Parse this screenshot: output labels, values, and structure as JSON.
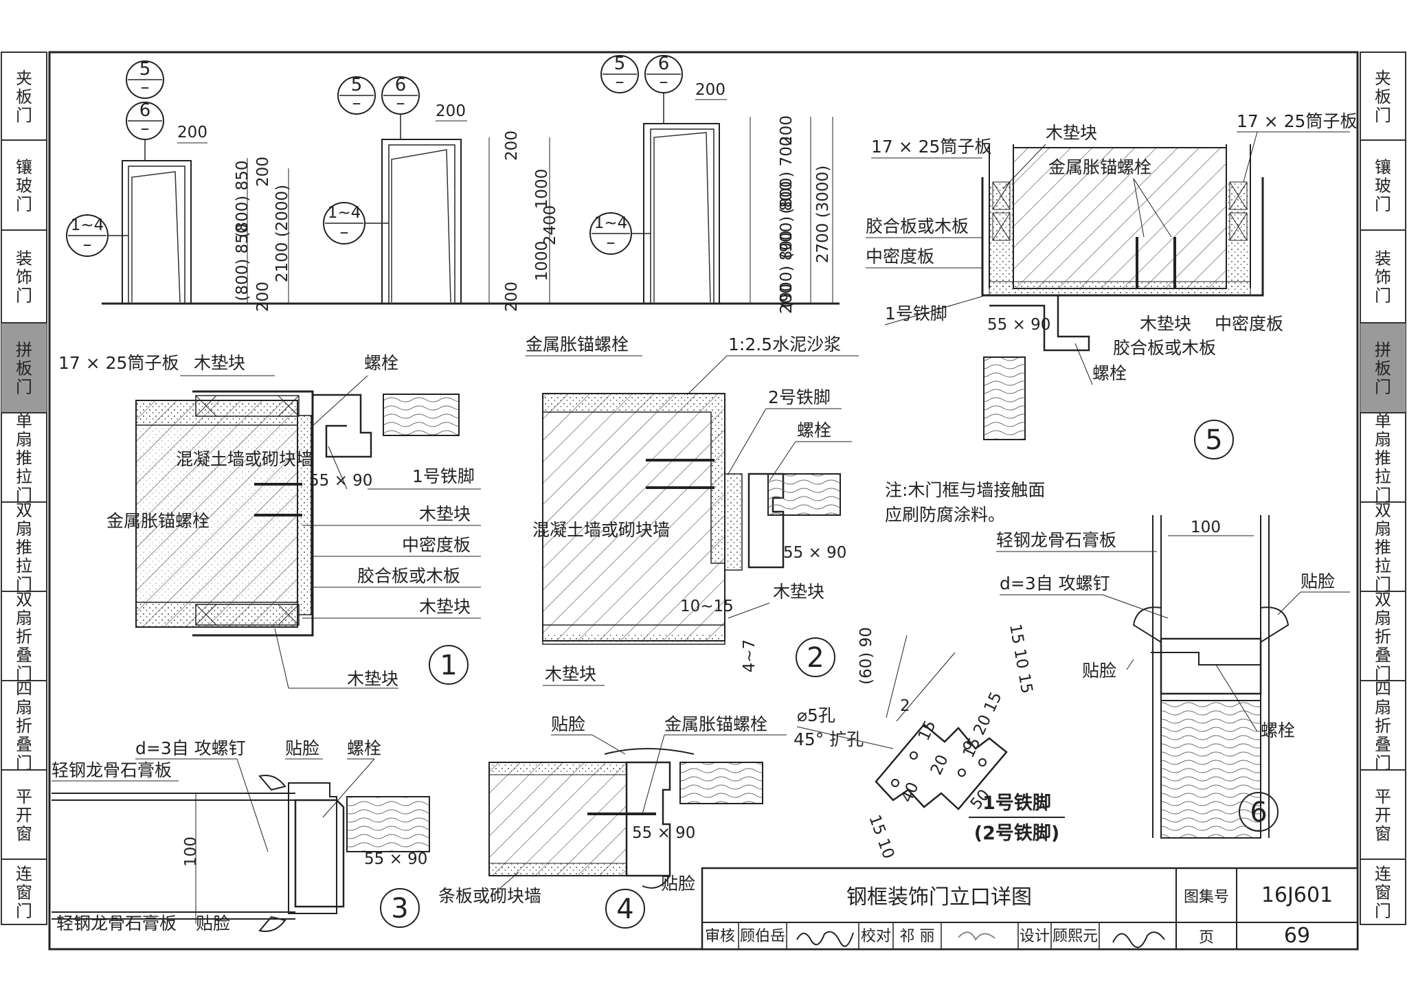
{
  "side_tabs": {
    "left": [
      "夹板门",
      "镶玻门",
      "装饰门",
      "拼板门",
      "单扇推拉门",
      "双扇推拉门",
      "双扇折叠门",
      "四扇折叠门",
      "平开窗",
      "连窗门"
    ],
    "right": [
      "夹板门",
      "镶玻门",
      "装饰门",
      "拼板门",
      "单扇推拉门",
      "双扇推拉门",
      "双扇折叠门",
      "四扇折叠门",
      "平开窗",
      "连窗门"
    ],
    "active_index": 3,
    "active_color": "#9a9a9a"
  },
  "elevations": {
    "door1": {
      "ref_top": "5",
      "ref_mid": "6",
      "ref_left": "1~4",
      "ref_dash": "–",
      "dim_top": "200",
      "dims": [
        "200",
        "(800) 850",
        "(800) 850",
        "200",
        "2100 (2000)"
      ]
    },
    "door2": {
      "ref_a": "5",
      "ref_b": "6",
      "ref_left": "1~4",
      "ref_dash": "–",
      "dim_top": "200",
      "dims": [
        "200",
        "1000",
        "1000",
        "200",
        "2400"
      ]
    },
    "door3": {
      "ref_a": "5",
      "ref_b": "6",
      "ref_left": "1~4",
      "ref_dash": "–",
      "dim_top": "200",
      "dims": [
        "200",
        "(800) 700",
        "(900) 800",
        "(900) 800",
        "200",
        "2700 (3000)"
      ]
    }
  },
  "detail1": {
    "number": "1",
    "labels": [
      "17 × 25筒子板",
      "木垫块",
      "螺栓",
      "混凝土墙或砌块墙",
      "1号铁脚",
      "金属胀锚螺栓",
      "木垫块",
      "中密度板",
      "胶合板或木板",
      "木垫块",
      "木垫块"
    ],
    "section": "55 × 90"
  },
  "detail2": {
    "number": "2",
    "labels": [
      "金属胀锚螺栓",
      "1:2.5水泥沙浆",
      "2号铁脚",
      "螺栓",
      "混凝土墙或砌块墙",
      "木垫块",
      "木垫块"
    ],
    "section": "55 × 90",
    "dim": "10~15",
    "dim2": "4~7"
  },
  "detail3": {
    "number": "3",
    "labels": [
      "d=3自 攻螺钉",
      "贴脸",
      "螺栓",
      "轻钢龙骨石膏板",
      "轻钢龙骨石膏板",
      "贴脸"
    ],
    "section": "55 × 90",
    "dim": "100"
  },
  "detail4": {
    "number": "4",
    "labels": [
      "贴脸",
      "金属胀锚螺栓",
      "条板或砌块墙",
      "贴脸"
    ],
    "section": "55 × 90"
  },
  "detail5": {
    "number": "5",
    "labels": [
      "17 × 25筒子板",
      "木垫块",
      "17 × 25筒子板",
      "金属胀锚螺栓",
      "胶合板或木板",
      "中密度板",
      "1号铁脚",
      "木垫块",
      "中密度板",
      "胶合板或木板",
      "螺栓"
    ],
    "section": "55 × 90"
  },
  "detail6": {
    "number": "6",
    "labels": [
      "轻钢龙骨石膏板",
      "d=3自 攻螺钉",
      "贴脸",
      "贴脸",
      "螺栓"
    ],
    "dim": "100"
  },
  "note": {
    "line1": "注:木门框与墙接触面",
    "line2": "应刷防腐涂料。"
  },
  "iron_foot": {
    "title": "1号铁脚",
    "subtitle": "(2号铁脚)",
    "hole1": "⌀5孔",
    "hole2": "45° 扩孔",
    "dims": [
      "50",
      "(60) 90",
      "2",
      "15 10 15",
      "15 20 15",
      "20",
      "15",
      "40",
      "15 10"
    ]
  },
  "title_block": {
    "title": "钢框装饰门立口详图",
    "atlas_label": "图集号",
    "atlas_no": "16J601",
    "review_label": "审核",
    "reviewer": "顾伯岳",
    "check_label": "校对",
    "checker": "祁 丽",
    "design_label": "设计",
    "designer": "顾熙元",
    "page_label": "页",
    "page_no": "69"
  }
}
